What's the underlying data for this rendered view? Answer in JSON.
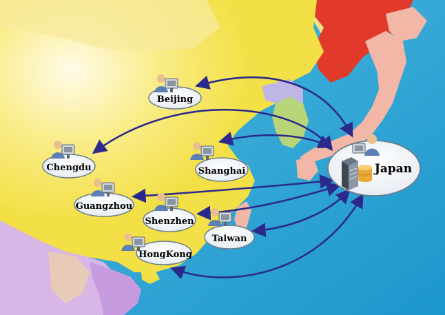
{
  "hub": {
    "label": "Japan"
  },
  "cities": [
    {
      "id": "beijing",
      "label": "Beijing"
    },
    {
      "id": "chengdu",
      "label": "Chengdu"
    },
    {
      "id": "shanghai",
      "label": "Shanghai"
    },
    {
      "id": "guangzhou",
      "label": "Guangzhou"
    },
    {
      "id": "shenzhen",
      "label": "Shenzhen"
    },
    {
      "id": "taiwan",
      "label": "Taiwan"
    },
    {
      "id": "hongkong",
      "label": "HongKong"
    }
  ],
  "colors": {
    "sea": "#2aa6d6",
    "china_land": "#f3e046",
    "russia": "#e23a2a",
    "korea_japan": "#f2b7a6",
    "mongolia_area": "#f7e7a4",
    "southeast_asia": "#d8b6e6",
    "arrow": "#2b2a8c"
  }
}
